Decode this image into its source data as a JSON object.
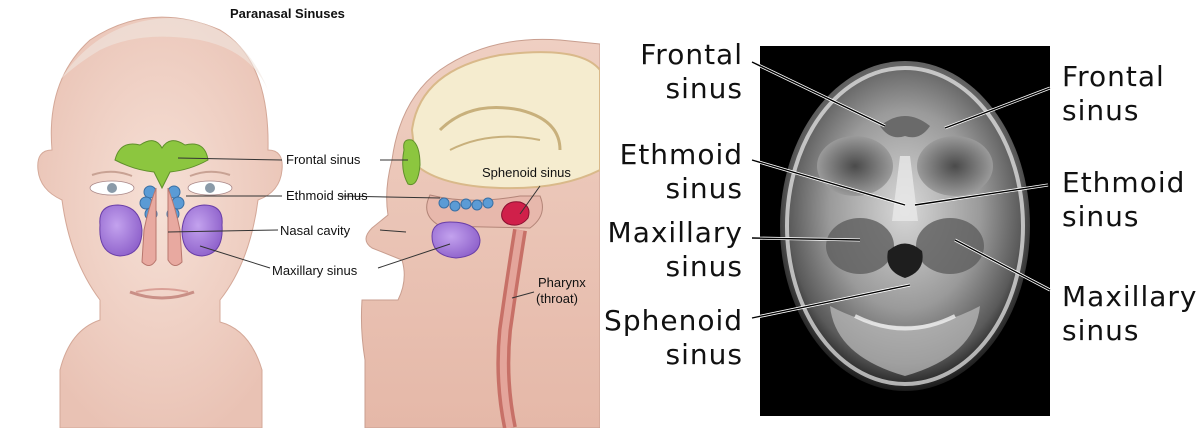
{
  "illustration": {
    "title": "Paranasal Sinuses",
    "labels": {
      "frontal": "Frontal sinus",
      "ethmoid": "Ethmoid sinus",
      "nasal": "Nasal cavity",
      "maxillary": "Maxillary sinus",
      "sphenoid": "Sphenoid sinus",
      "pharynx_line1": "Pharynx",
      "pharynx_line2": "(throat)"
    }
  },
  "xray": {
    "left_labels": {
      "frontal": [
        "Frontal",
        "sinus"
      ],
      "ethmoid": [
        "Ethmoid",
        "sinus"
      ],
      "maxillary": [
        "Maxillary",
        "sinus"
      ],
      "sphenoid": [
        "Sphenoid",
        "sinus"
      ]
    },
    "right_labels": {
      "frontal": [
        "Frontal",
        "sinus"
      ],
      "ethmoid": [
        "Ethmoid",
        "sinus"
      ],
      "maxillary": [
        "Maxillary",
        "sinus"
      ]
    }
  },
  "colors": {
    "frontal_sinus": "#8cc63f",
    "ethmoid_sinus": "#5b9bd5",
    "maxillary_sinus": "#9b6fd6",
    "sphenoid_sinus": "#d0204a",
    "skin": "#f3d6cc",
    "brain": "#f5eccf",
    "xray_background": "#000000"
  }
}
